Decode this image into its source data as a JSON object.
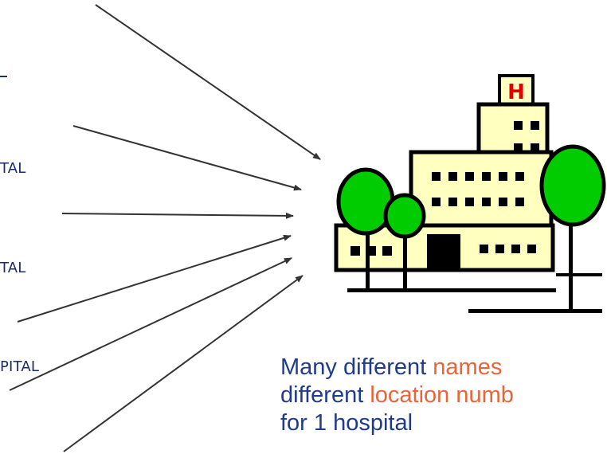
{
  "left_labels": [
    "TAL",
    "TAL",
    "PITAL"
  ],
  "caption": {
    "line1_prefix": "Many different ",
    "line1_highlight": "names",
    "line2_prefix": "different ",
    "line2_highlight": "location numb",
    "line3": "for 1 hospital"
  },
  "colors": {
    "label_text": "#1a2a6b",
    "caption_text": "#1f3b8c",
    "caption_highlight": "#e8653a",
    "arrow": "#333333",
    "tree_green": "#00cc00",
    "building_fill": "#ffffc0",
    "hospital_sign": "#e00000"
  },
  "icons": [
    "arrow-icon",
    "hospital-building-icon",
    "tree-icon"
  ]
}
